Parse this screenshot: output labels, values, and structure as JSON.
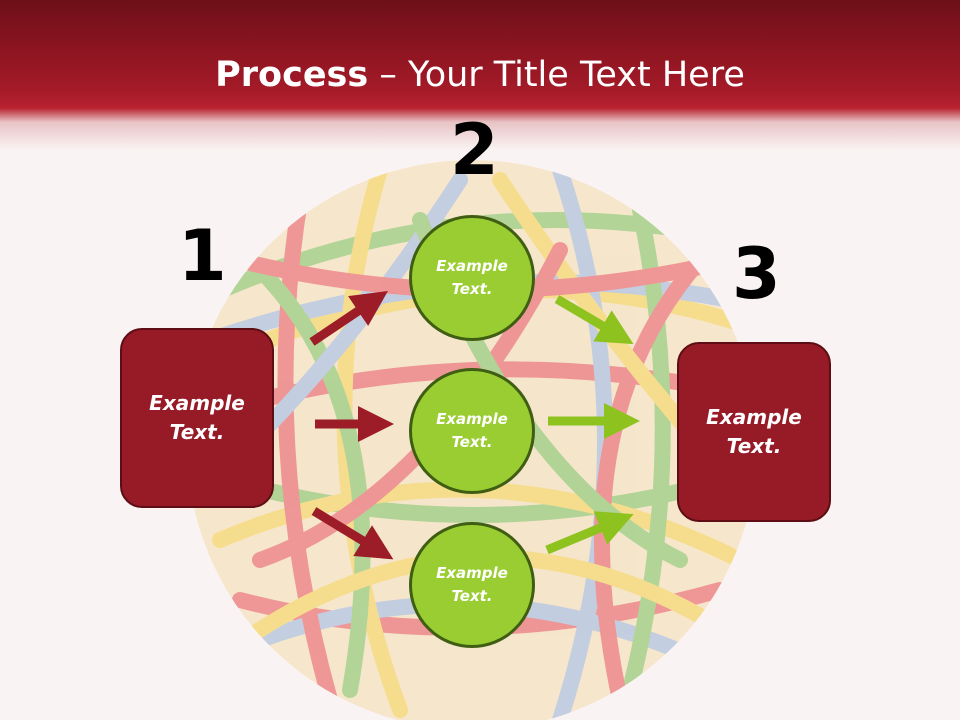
{
  "title": {
    "bold": "Process",
    "rest": " – Your Title Text Here"
  },
  "steps": [
    {
      "number": "1"
    },
    {
      "number": "2"
    },
    {
      "number": "3"
    }
  ],
  "left_box": {
    "text": "Example Text."
  },
  "right_box": {
    "text": "Example Text."
  },
  "circles": [
    {
      "text": "Example Text."
    },
    {
      "text": "Example Text."
    },
    {
      "text": "Example Text."
    }
  ],
  "colors": {
    "header": "#a51a28",
    "box_fill": "#961b26",
    "circle_fill": "#9acd32",
    "red_arrow": "#9c1c28",
    "green_arrow": "#8dc21f"
  },
  "icons": {
    "background": "rubber-band-ball-photo"
  }
}
